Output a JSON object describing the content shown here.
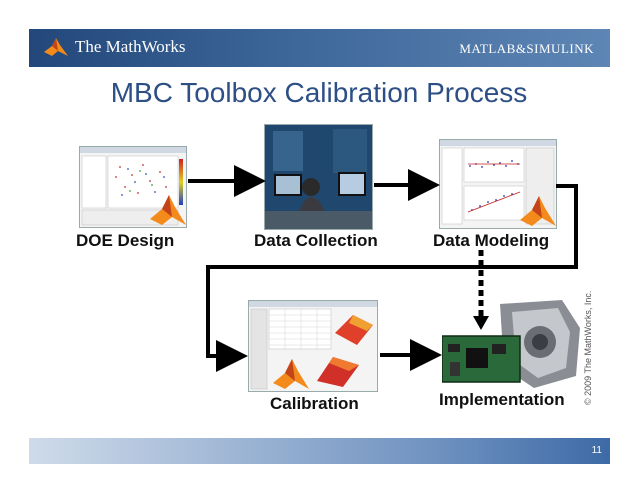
{
  "header": {
    "logo_text": "The MathWorks",
    "brand_text": "MATLAB&SIMULINK"
  },
  "title": "MBC Toolbox Calibration Process",
  "steps": {
    "doe_design": "DOE Design",
    "data_collection": "Data Collection",
    "data_modeling": "Data Modeling",
    "calibration": "Calibration",
    "implementation": "Implementation"
  },
  "copyright": "© 2009 The MathWorks, Inc.",
  "page_number": "11",
  "icons": {
    "logo": "membrane-logo-icon",
    "process_arrow": "solid-arrow",
    "data_flow": "dashed-arrow"
  },
  "colors": {
    "header_bg": "#23477a",
    "title": "#2d4f86",
    "arrow": "#000000"
  }
}
